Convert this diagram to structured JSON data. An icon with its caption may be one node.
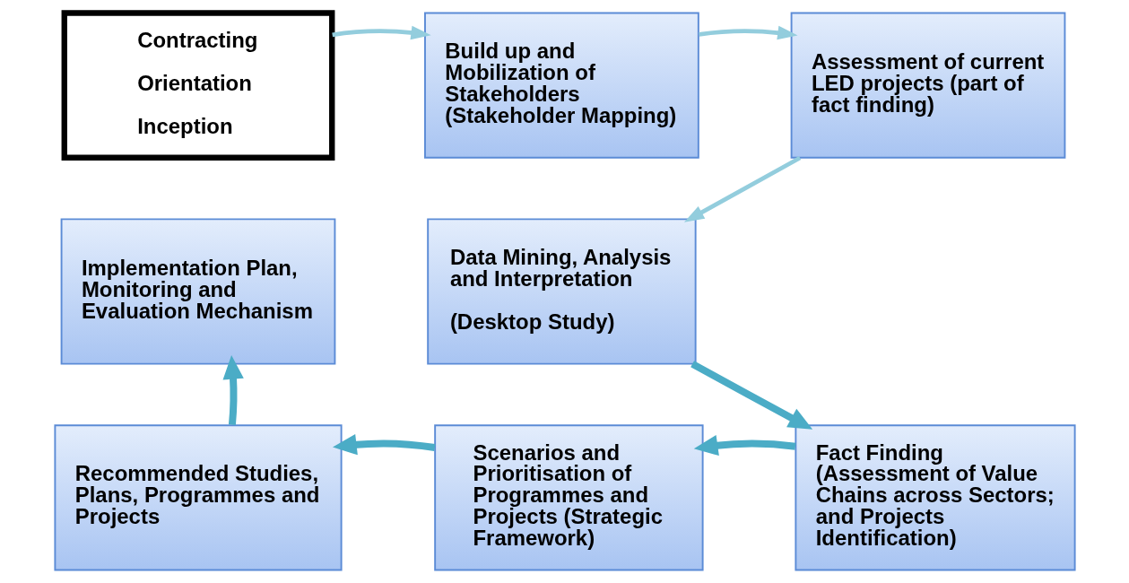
{
  "diagram": {
    "nodes": [
      {
        "text": [
          "Contracting",
          "Orientation",
          "Inception"
        ]
      },
      {
        "text": [
          "Build up and Mobilization of Stakeholders (Stakeholder Mapping)"
        ]
      },
      {
        "text": [
          "Assessment of current LED projects (part of fact finding)"
        ]
      },
      {
        "text": [
          "Data Mining, Analysis and Interpretation",
          "(Desktop Study)"
        ]
      },
      {
        "text": [
          "Fact Finding (Assessment of Value Chains across Sectors; and Projects Identification)"
        ]
      },
      {
        "text": [
          "Scenarios and Prioritisation of Programmes and Projects (Strategic Framework)"
        ]
      },
      {
        "text": [
          "Recommended Studies, Plans, Programmes and Projects"
        ]
      },
      {
        "text": [
          "Implementation Plan, Monitoring and Evaluation Mechanism"
        ]
      }
    ],
    "edges": [
      {
        "from": 0,
        "to": 1,
        "arrow": "to",
        "color": "#93cddd"
      },
      {
        "from": 1,
        "to": 2,
        "arrow": "to",
        "color": "#93cddd"
      },
      {
        "from": 2,
        "to": 3,
        "arrow": "to",
        "color": "#93cddd"
      },
      {
        "from": 3,
        "to": 4,
        "arrow": "to"
      },
      {
        "from": 4,
        "to": 5,
        "arrow": "to"
      },
      {
        "from": 5,
        "to": 6,
        "arrow": "to"
      },
      {
        "from": 6,
        "to": 7,
        "arrow": "to"
      }
    ]
  }
}
